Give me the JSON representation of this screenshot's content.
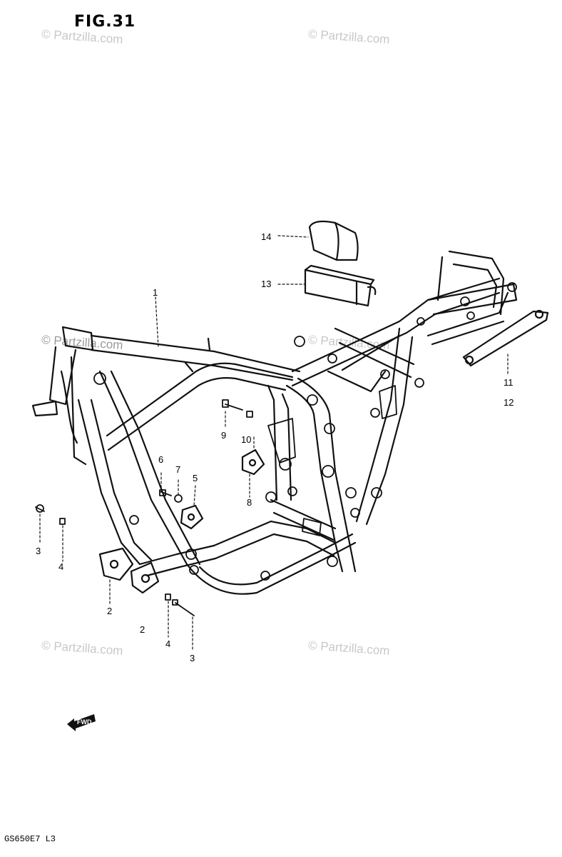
{
  "figure": {
    "title": "FIG.31"
  },
  "watermarks": [
    "© Partzilla.com",
    "© Partzilla.com",
    "© Partzilla.com",
    "© Partzilla.com",
    "© Partzilla.com",
    "© Partzilla.com"
  ],
  "callouts": {
    "c1": "1",
    "c2a": "2",
    "c2b": "2",
    "c3a": "3",
    "c3b": "3",
    "c4a": "4",
    "c4b": "4",
    "c5": "5",
    "c6": "6",
    "c7": "7",
    "c8": "8",
    "c9": "9",
    "c10": "10",
    "c11": "11",
    "c12": "12",
    "c13": "13",
    "c14": "14"
  },
  "forward_badge": "FWD",
  "footer": {
    "code": "GS650E7 L3"
  }
}
